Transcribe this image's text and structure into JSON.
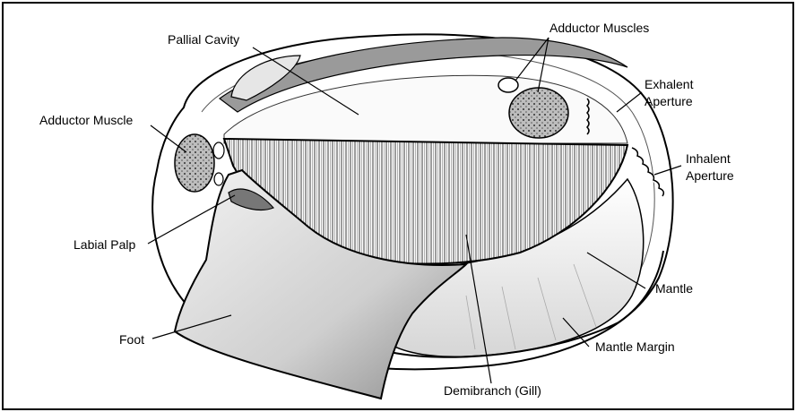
{
  "labels": {
    "pallial_cavity": "Pallial Cavity",
    "adductor_muscles": "Adductor Muscles",
    "exhalent_line1": "Exhalent",
    "exhalent_line2": "Aperture",
    "adductor_muscle": "Adductor Muscle",
    "inhalent_line1": "Inhalent",
    "inhalent_line2": "Aperture",
    "labial_palp": "Labial Palp",
    "mantle": "Mantle",
    "foot": "Foot",
    "mantle_margin": "Mantle Margin",
    "demibranch": "Demibranch (Gill)"
  }
}
